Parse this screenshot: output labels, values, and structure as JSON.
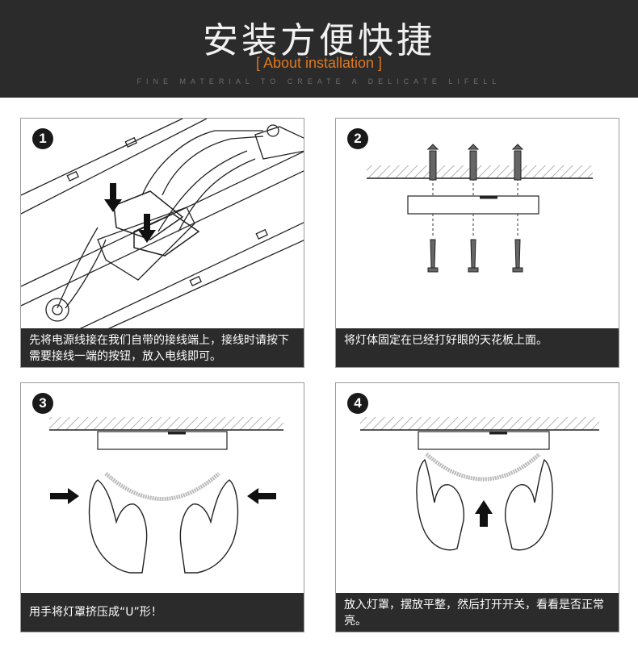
{
  "header": {
    "title": "安装方便快捷",
    "subtitle": "[ About installation ]",
    "tagline": "FINE MATERIAL TO CREATE A DELICATE LIFELL"
  },
  "steps": [
    {
      "number": "1",
      "caption": "先将电源线接在我们自带的接线端上，接线时请按下需要接线一端的按钮，放入电线即可。"
    },
    {
      "number": "2",
      "caption": "将灯体固定在已经打好眼的天花板上面。"
    },
    {
      "number": "3",
      "caption": "用手将灯罩挤压成“U”形！"
    },
    {
      "number": "4",
      "caption": "放入灯罩，摆放平整，然后打开开关，看看是否正常亮。"
    }
  ],
  "colors": {
    "header_bg": "#2b2b2b",
    "accent": "#e0781e",
    "caption_bg": "#2b2b2b"
  }
}
